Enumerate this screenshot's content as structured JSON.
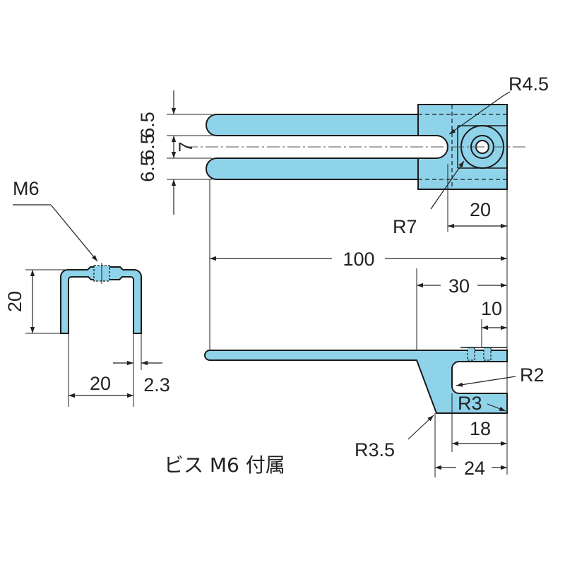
{
  "colors": {
    "part_fill": "#8fd3ea",
    "outline": "#1a1a1a",
    "dimension": "#222222",
    "background": "#ffffff"
  },
  "top_view": {
    "dims": {
      "slot_top_width": "6.5",
      "slot_upper_gap": "6.5",
      "slot_center_gap": "7",
      "slot_bottom_width": "6.5",
      "radius_a": "R4.5",
      "radius_b": "R7",
      "hole_block_width": "20"
    }
  },
  "side_view": {
    "dims": {
      "total_length": "100",
      "tab_length": "30",
      "tab_offset": "10",
      "hook_radius": "R2",
      "inner_radius": "R3",
      "outer_radius": "R3.5",
      "hook_inner": "18",
      "hook_outer": "24"
    }
  },
  "section_view": {
    "dims": {
      "thread": "M6",
      "height": "20",
      "width": "20",
      "thickness": "2.3"
    }
  },
  "caption": "ビス M6 付属"
}
